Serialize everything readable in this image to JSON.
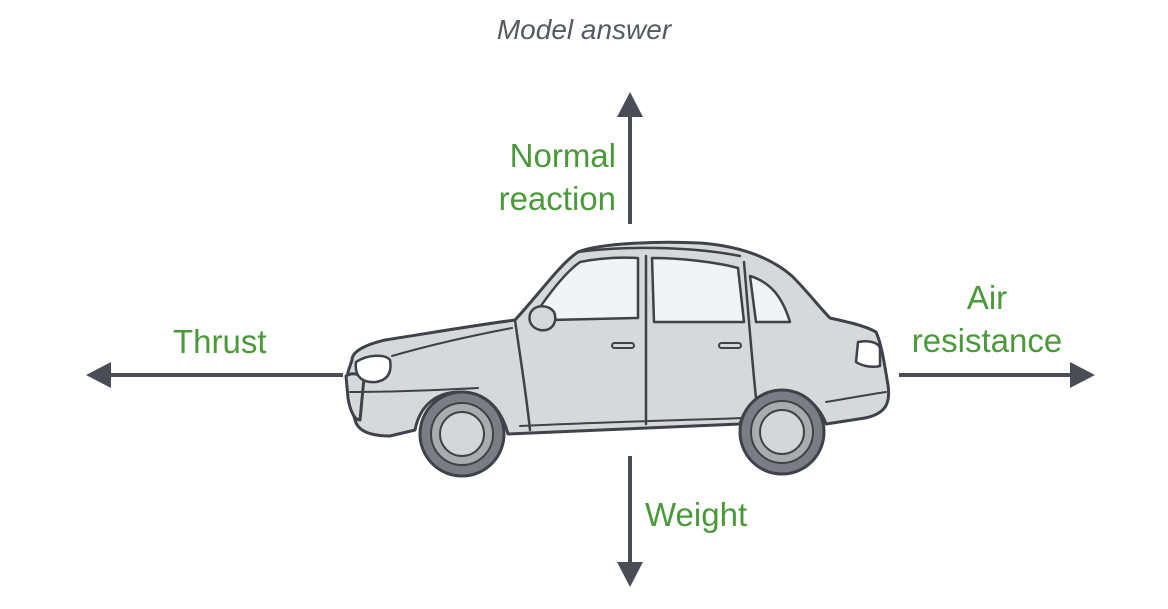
{
  "caption": "Model answer",
  "forces": {
    "normal": [
      "Normal",
      "reaction"
    ],
    "thrust": "Thrust",
    "air": [
      "Air",
      "resistance"
    ],
    "weight": "Weight"
  },
  "colors": {
    "label": "#4a9a3a",
    "arrow": "#4a4d55",
    "car_body": "#d7d8da",
    "car_outline": "#3f4248",
    "window": "#f2f3f4"
  },
  "icons": {
    "car": "car-icon"
  }
}
